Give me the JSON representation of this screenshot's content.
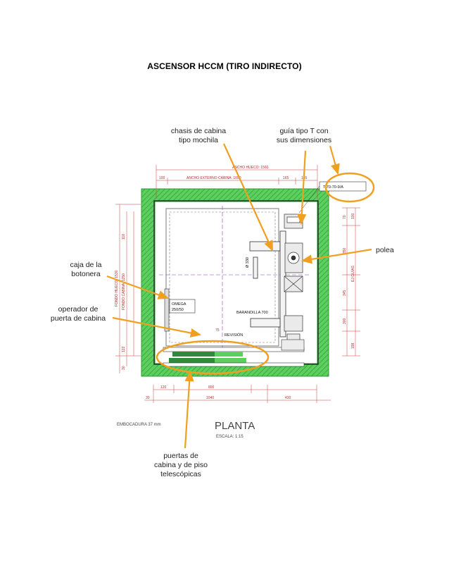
{
  "title": "ASCENSOR HCCM (TIRO INDIRECTO)",
  "annotations": {
    "chasis_1": "chasis de cabina",
    "chasis_2": "tipo mochila",
    "guia_1": "guía tipo T con",
    "guia_2": "sus dimensiones",
    "polea": "polea",
    "caja_1": "caja de la",
    "caja_2": "botonera",
    "operador_1": "operador de",
    "operador_2": "puerta de cabina",
    "puertas_1": "puertas de",
    "puertas_2": "cabina y de piso",
    "puertas_3": "telescópicas"
  },
  "plan": {
    "ancho_hueco": "ANCHO HUECO: 1560",
    "ancho_externo": "ANCHO EXTERNO CABINA: 1050",
    "dim_100": "100",
    "dim_165": "165",
    "dim_155": "155",
    "guide_tag": "T 70-70-9/A",
    "omega_1": "OMEGA",
    "omega_2": "250/50",
    "barandilla": "BARANDILLA 700",
    "dim_75": "75",
    "dim_120": "120",
    "dim_800": "800",
    "dim_1040": "1040",
    "dim_430": "430",
    "dim_30": "30",
    "embocadura": "EMBOCADURA 37 mm",
    "planta": "PLANTA",
    "escala": "ESCALA: 1:15",
    "fondo_hueco": "FONDO HUECO: 1530",
    "fondo_cabina": "FONDO CABINA: 1250",
    "dim_118": "118",
    "dim_122": "122",
    "dim_left_30": "30",
    "ej_guias": "EJ GUÍAS",
    "r_100": "100",
    "r_350": "350",
    "r_300": "300",
    "r_345": "345",
    "r_198": "198",
    "r_70": "70",
    "phi_330": "Ø 330",
    "nivel": "REVISIÓN"
  },
  "colors": {
    "wall_green": "#3fbf4a",
    "annotation_orange": "#f0a020",
    "dimension_red": "#c83a3a",
    "cabin_line": "#7a7a7a"
  }
}
